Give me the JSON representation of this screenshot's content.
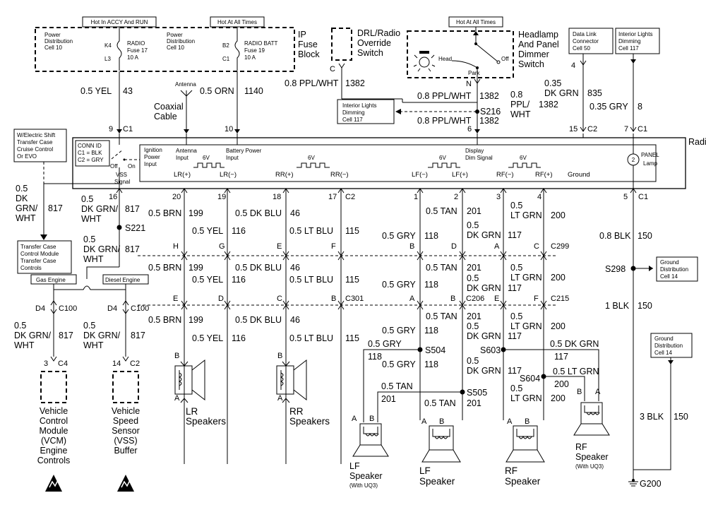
{
  "fuse_block": {
    "hot_accy_run": "Hot In ACCY And RUN",
    "hot_all_times": "Hot At All Times",
    "pd1_l1": "Power",
    "pd1_l2": "Distribution",
    "pd1_l3": "Cell 10",
    "pd2_l1": "Power",
    "pd2_l2": "Distribution",
    "pd2_l3": "Cell 10",
    "k4": "K4",
    "l3": "L3",
    "radio_l1": "RADIO",
    "radio_l2": "Fuse 17",
    "radio_l3": "10 A",
    "b2": "B2",
    "c1": "C1",
    "batt_l1": "RADIO BATT",
    "batt_l2": "Fuse 19",
    "batt_l3": "10 A",
    "title_l1": "IP",
    "title_l2": "Fuse",
    "title_l3": "Block"
  },
  "drl": {
    "l1": "DRL/Radio",
    "l2": "Override",
    "l3": "Switch",
    "c": "C",
    "wire": "0.8 PPL/WHT",
    "circuit": "1382"
  },
  "headlamp": {
    "hot": "Hot At All Times",
    "l1": "Headlamp",
    "l2": "And Panel",
    "l3": "Dimmer",
    "l4": "Switch",
    "head": "Head",
    "park": "Park",
    "off": "Off",
    "n": "N"
  },
  "dlc": {
    "l1": "Data Link",
    "l2": "Connector",
    "l3": "Cell 50"
  },
  "ild_top": {
    "l1": "Interior Lights",
    "l2": "Dimming",
    "l3": "Cell 117"
  },
  "ild_mid": {
    "l1": "Interior Lights",
    "l2": "Dimming",
    "l3": "Cell 117"
  },
  "top_wires": {
    "w1": "0.5 YEL",
    "c1": "43",
    "antenna": "Antenna",
    "coax_l1": "Coaxial",
    "coax_l2": "Cable",
    "w2": "0.5 ORN",
    "c2": "1140",
    "ppl_a": "0.8 PPL/WHT",
    "ppl_a_c": "1382",
    "ppl_b1": "0.8",
    "ppl_b2": "PPL/",
    "ppl_b3": "WHT",
    "ppl_b_c": "1382",
    "s216": "S216",
    "ppl_c": "0.8 PPL/WHT",
    "ppl_c_c": "1382",
    "dk1": "0.35",
    "dk2": "DK GRN",
    "dk_c": "835",
    "gry": "0.35 GRY",
    "gry_c": "8",
    "p9": "9",
    "pc1": "C1",
    "p10": "10",
    "p6": "6",
    "p15": "15",
    "pc2": "C2",
    "p7": "7",
    "pc1b": "C1"
  },
  "radio": {
    "name": "Radio",
    "conn_id": "CONN ID",
    "conn_c1": "C1 = BLK",
    "conn_c2": "C2 = GRY",
    "off": "Off",
    "on": "On",
    "vss1": "VSS",
    "vss2": "Signal",
    "ign1": "Ignition",
    "ign2": "Power",
    "ign3": "Input",
    "ant1": "Antenna",
    "ant2": "Input",
    "v6a": "6V",
    "bat1": "Battery Power",
    "bat2": "Input",
    "lrp": "LR(+)",
    "lrm": "LR(−)",
    "v6b": "6V",
    "rrp": "RR(+)",
    "rrm": "RR(−)",
    "v6c": "6V",
    "lfm": "LF(−)",
    "lfp": "LF(+)",
    "dds1": "Display",
    "dds2": "Dim Signal",
    "v6d": "6V",
    "rfm": "RF(−)",
    "rfp": "RF(+)",
    "ground": "Ground",
    "panel1": "PANEL",
    "panel2": "Lamp",
    "bulb": "2"
  },
  "w_electric": {
    "l1": "W/Electric Shift",
    "l2": "Transfer Case",
    "l3": "Cruise Control",
    "l4": "Or EVO"
  },
  "tcc": {
    "l1": "Transfer Case",
    "l2": "Control Module",
    "l3": "Transfer Case",
    "l4": "Controls"
  },
  "left_wires": {
    "a1": "0.5",
    "a2": "DK",
    "a3": "GRN/",
    "a4": "WHT",
    "a_c": "817",
    "b1": "0.5",
    "b2": "DK GRN/",
    "b3": "WHT",
    "b_c": "817",
    "p16": "16",
    "s221": "S221",
    "c1": "0.5",
    "c2": "DK GRN/",
    "c3": "WHT",
    "c_c": "817",
    "gas": "Gas Engine",
    "diesel": "Diesel Engine",
    "d4a": "D4",
    "c100a": "C100",
    "d4b": "D4",
    "c100b": "C100",
    "e1": "0.5",
    "e2": "DK GRN/",
    "e3": "WHT",
    "e_c": "817",
    "f1": "0.5",
    "f2": "DK GRN/",
    "f3": "WHT",
    "f_c": "817",
    "p3": "3",
    "c4": "C4",
    "p14": "14",
    "c2c": "C2"
  },
  "vcm": {
    "l1": "Vehicle",
    "l2": "Control",
    "l3": "Module",
    "l4": "(VCM)",
    "l5": "Engine",
    "l6": "Controls"
  },
  "vss": {
    "l1": "Vehicle",
    "l2": "Speed",
    "l3": "Sensor",
    "l4": "(VSS)",
    "l5": "Buffer"
  },
  "pins": {
    "p20": "20",
    "p19": "19",
    "p18": "18",
    "p17": "17",
    "c2": "C2",
    "p1": "1",
    "p2": "2",
    "p3": "3",
    "p4": "4",
    "p5": "5",
    "c1": "C1"
  },
  "rear_wires": {
    "brn": "0.5 BRN",
    "brn_c": "199",
    "yel": "0.5 YEL",
    "yel_c": "116",
    "dkblu": "0.5 DK BLU",
    "dkblu_c": "46",
    "ltblu": "0.5 LT BLU",
    "ltblu_c": "115",
    "H": "H",
    "G": "G",
    "E": "E",
    "F": "F",
    "brn2": "0.5 BRN",
    "brn2_c": "199",
    "yel2": "0.5 YEL",
    "yel2_c": "116",
    "dkblu2": "0.5 DK BLU",
    "dkblu2_c": "46",
    "ltblu2": "0.5 LT BLU",
    "ltblu2_c": "115",
    "E2": "E",
    "D2": "D",
    "C2": "C",
    "B2": "B",
    "c301": "C301",
    "brn3": "0.5 BRN",
    "brn3_c": "199",
    "yel3": "0.5 YEL",
    "yel3_c": "116",
    "dkblu3": "0.5 DK BLU",
    "dkblu3_c": "46",
    "ltblu3": "0.5 LT BLU",
    "ltblu3_c": "115"
  },
  "lr": {
    "b": "B",
    "a": "A",
    "l1": "LR",
    "l2": "Speakers"
  },
  "rr": {
    "b": "B",
    "a": "A",
    "l1": "RR",
    "l2": "Speakers"
  },
  "front_wires": {
    "tan1": "0.5 TAN",
    "tan1_c": "201",
    "gry1": "0.5 GRY",
    "gry1_c": "118",
    "dk1a": "0.5",
    "dk1b": "DK GRN",
    "dk1_c": "117",
    "lt1a": "0.5",
    "lt1b": "LT GRN",
    "lt1_c": "200",
    "B": "B",
    "D": "D",
    "A": "A",
    "C": "C",
    "c299": "C299",
    "tan2": "0.5 TAN",
    "tan2_c": "201",
    "gry2": "0.5 GRY",
    "gry2_c": "118",
    "dk2a": "0.5",
    "dk2b": "DK GRN",
    "dk2_c": "117",
    "lt2a": "0.5",
    "lt2b": "LT GRN",
    "lt2_c": "200",
    "A2": "A",
    "B2": "B",
    "c206": "C206",
    "E2": "E",
    "F2": "F",
    "c215": "C215",
    "tan3": "0.5 TAN",
    "tan3_c": "201",
    "gry3": "0.5 GRY",
    "gry3_c": "118",
    "dk3a": "0.5",
    "dk3b": "DK GRN",
    "dk3_c": "117",
    "lt3a": "0.5",
    "lt3b": "LT GRN",
    "lt3_c": "200",
    "gry4": "0.5 GRY",
    "gry4_c": "118",
    "s504": "S504",
    "gry5": "0.5 GRY",
    "gry5_c": "118",
    "dk4": "0.5 DK GRN",
    "dk4_c": "117",
    "s603": "S603",
    "dk5a": "0.5",
    "dk5b": "DK GRN",
    "dk5_c": "117",
    "tan4": "0.5 TAN",
    "tan4_c": "201",
    "s505": "S505",
    "tan5": "0.5 TAN",
    "tan5_c": "201",
    "lt4": "0.5 LT GRN",
    "s604": "S604",
    "lt4_c": "200",
    "lt5a": "0.5",
    "lt5b": "LT GRN",
    "lt5_c": "200"
  },
  "lf_uq3": {
    "a": "A",
    "b": "B",
    "l1": "LF",
    "l2": "Speaker",
    "l3": "(With UQ3)"
  },
  "lf": {
    "a": "A",
    "b": "B",
    "l1": "LF",
    "l2": "Speaker"
  },
  "rf": {
    "a": "A",
    "b": "B",
    "l1": "RF",
    "l2": "Speaker"
  },
  "rf_uq3": {
    "b": "B",
    "a": "A",
    "l1": "RF",
    "l2": "Speaker",
    "l3": "(With UQ3)"
  },
  "ground": {
    "blk1": "0.8 BLK",
    "blk1_c": "150",
    "s298": "S298",
    "gd1": "Ground",
    "gd2": "Distribution",
    "gd3": "Cell 14",
    "blk2": "1 BLK",
    "blk2_c": "150",
    "gd4": "Ground",
    "gd5": "Distribution",
    "gd6": "Cell 14",
    "blk3": "3 BLK",
    "blk3_c": "150",
    "g200": "G200"
  }
}
